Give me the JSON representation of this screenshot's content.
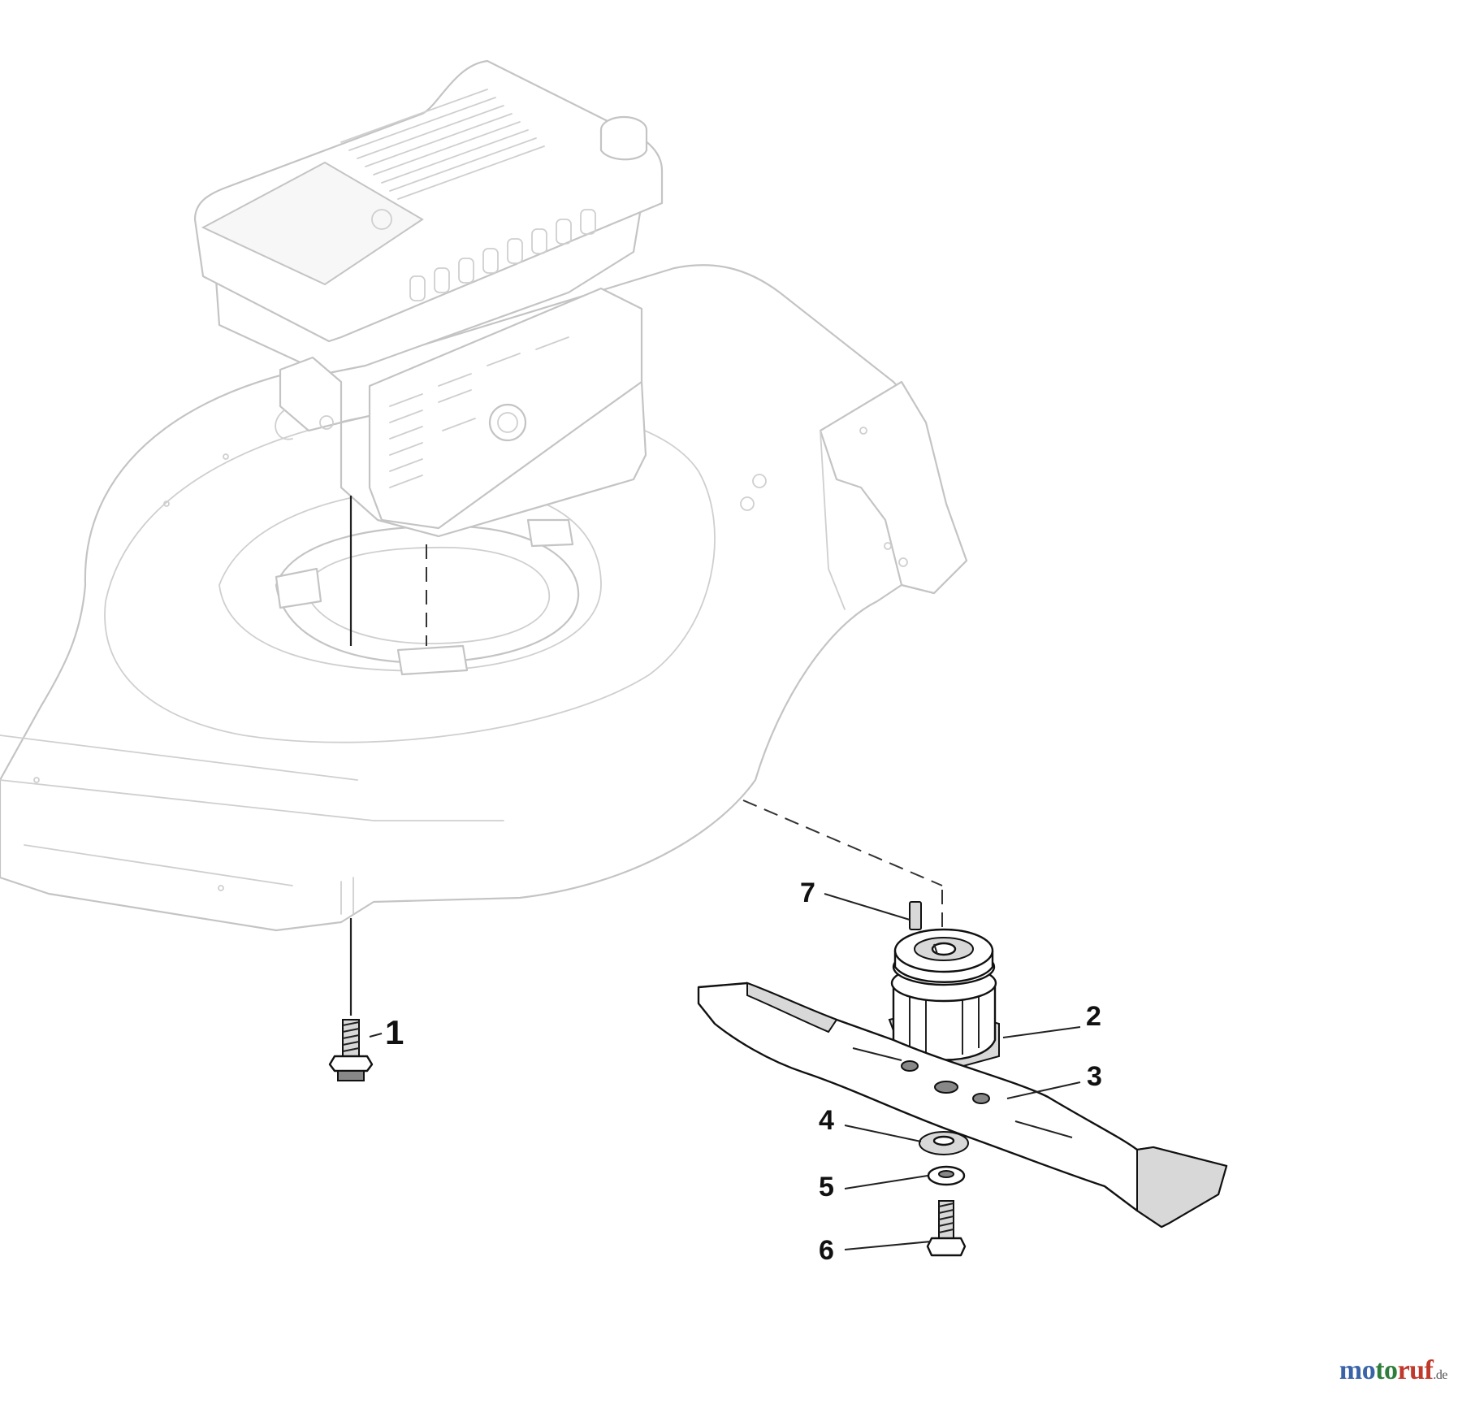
{
  "diagram": {
    "callouts": [
      "1",
      "2",
      "3",
      "4",
      "5",
      "6",
      "7"
    ]
  },
  "watermark": {
    "brand_part1": "mo",
    "brand_part2": "to",
    "brand_part3": "ruf",
    "tld": ".de"
  }
}
